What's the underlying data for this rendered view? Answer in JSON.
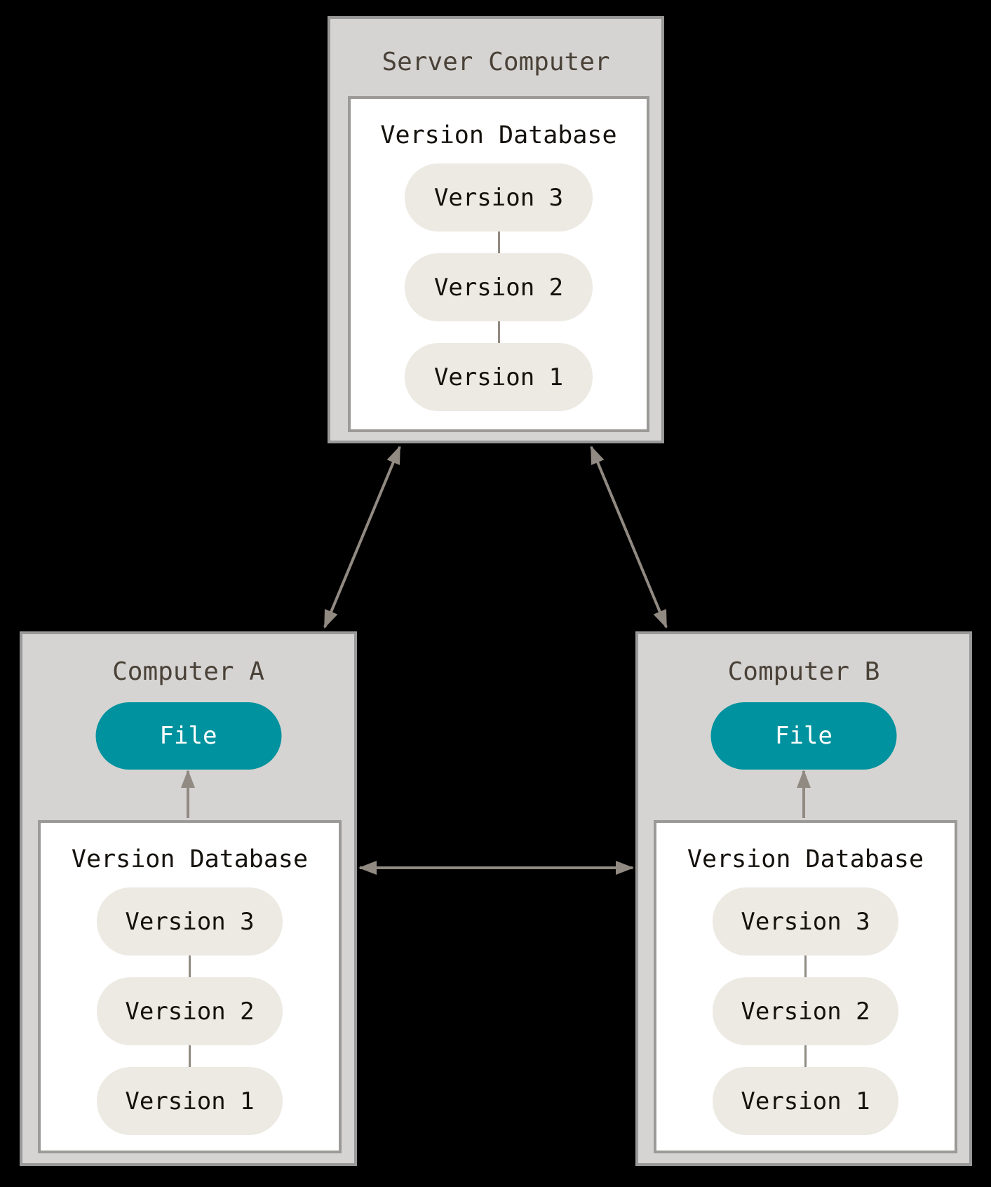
{
  "colors": {
    "background": "#000000",
    "box_fill": "#d5d4d2",
    "box_border": "#999999",
    "inner_fill": "#ffffff",
    "inner_border": "#9c9a97",
    "pill_fill": "#eceae2",
    "pill_text": "#15120d",
    "title_text": "#4a4238",
    "label_text": "#15120d",
    "file_fill": "#00929e",
    "file_text": "#ffffff",
    "arrow": "#918a82"
  },
  "server": {
    "title": "Server Computer",
    "database_label": "Version Database",
    "versions": [
      "Version 3",
      "Version 2",
      "Version 1"
    ]
  },
  "computer_a": {
    "title": "Computer A",
    "file_label": "File",
    "database_label": "Version Database",
    "versions": [
      "Version 3",
      "Version 2",
      "Version 1"
    ]
  },
  "computer_b": {
    "title": "Computer B",
    "file_label": "File",
    "database_label": "Version Database",
    "versions": [
      "Version 3",
      "Version 2",
      "Version 1"
    ]
  }
}
